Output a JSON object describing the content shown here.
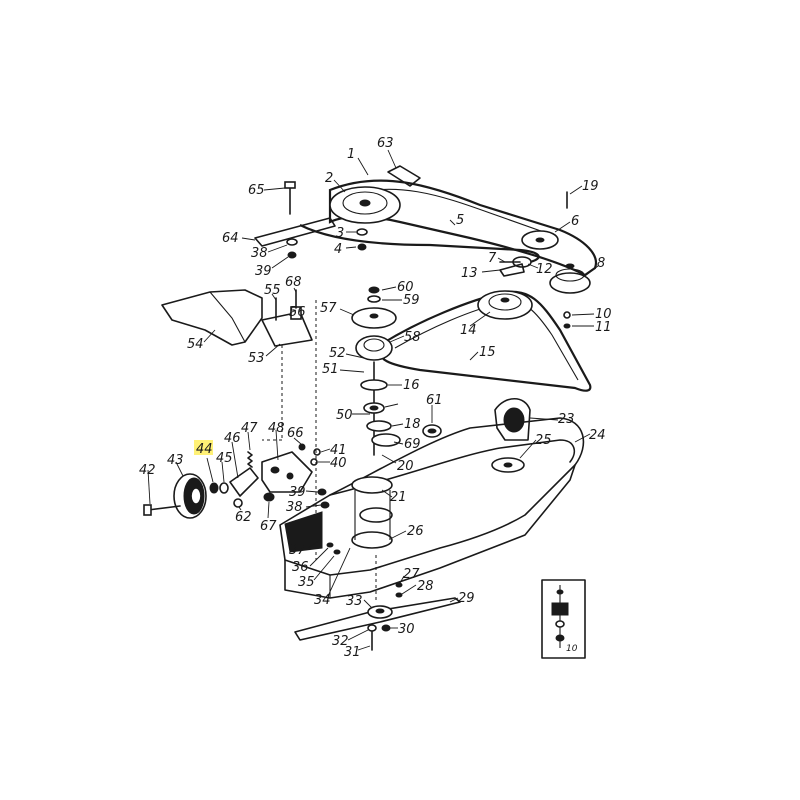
{
  "highlight": {
    "part": "44",
    "color": "#fff176"
  },
  "colors": {
    "ink": "#1a1a1a",
    "paper": "#ffffff"
  },
  "labels": {
    "l1": "1",
    "l2": "2",
    "l3": "3",
    "l4": "4",
    "l5": "5",
    "l6": "6",
    "l7": "7",
    "l8": "8",
    "l10": "10",
    "l11": "11",
    "l12": "12",
    "l13": "13",
    "l14": "14",
    "l15": "15",
    "l16": "16",
    "l18": "18",
    "l19": "19",
    "l20": "20",
    "l21": "21",
    "l23": "23",
    "l24": "24",
    "l25": "25",
    "l26": "26",
    "l27": "27",
    "l28": "28",
    "l29": "29",
    "l30": "30",
    "l31": "31",
    "l32": "32",
    "l33": "33",
    "l34": "34",
    "l35": "35",
    "l36": "36",
    "l37": "37",
    "l38": "38",
    "l38b": "38",
    "l39": "39",
    "l39b": "39",
    "l40": "40",
    "l41": "41",
    "l42": "42",
    "l43": "43",
    "l44": "44",
    "l45": "45",
    "l46": "46",
    "l47": "47",
    "l48": "48",
    "l50": "50",
    "l51": "51",
    "l52": "52",
    "l53": "53",
    "l54": "54",
    "l55": "55",
    "l56": "56",
    "l57": "57",
    "l58": "58",
    "l59": "59",
    "l60": "60",
    "l61": "61",
    "l62": "62",
    "l63": "63",
    "l64": "64",
    "l65": "65",
    "l66": "66",
    "l67": "67",
    "l68": "68",
    "l69": "69",
    "inset": "10"
  }
}
